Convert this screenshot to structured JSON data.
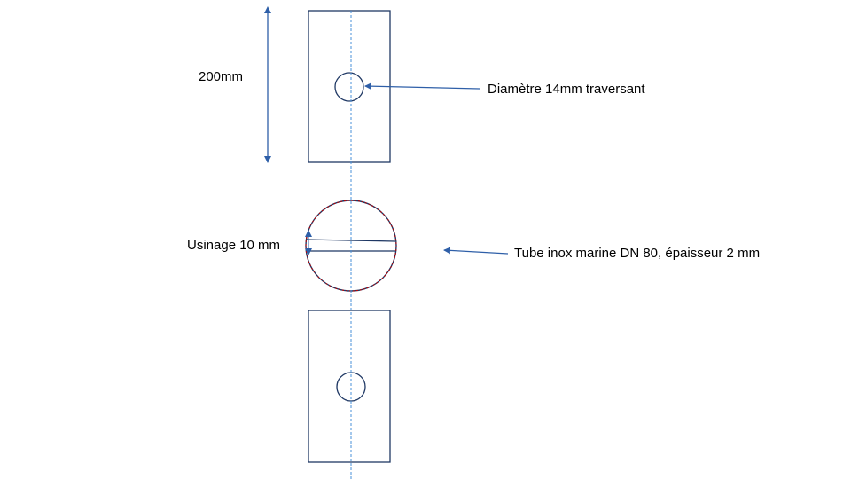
{
  "labels": {
    "height": "200mm",
    "hole": "Diamètre 14mm traversant",
    "machining": "Usinage 10 mm",
    "tube": "Tube inox marine DN 80, épaisseur 2 mm"
  },
  "colors": {
    "outline": "#1f3864",
    "dimension": "#2e5fa8",
    "centerline": "#4a90d9",
    "tube_outline": "#c00000",
    "text": "#000000"
  }
}
